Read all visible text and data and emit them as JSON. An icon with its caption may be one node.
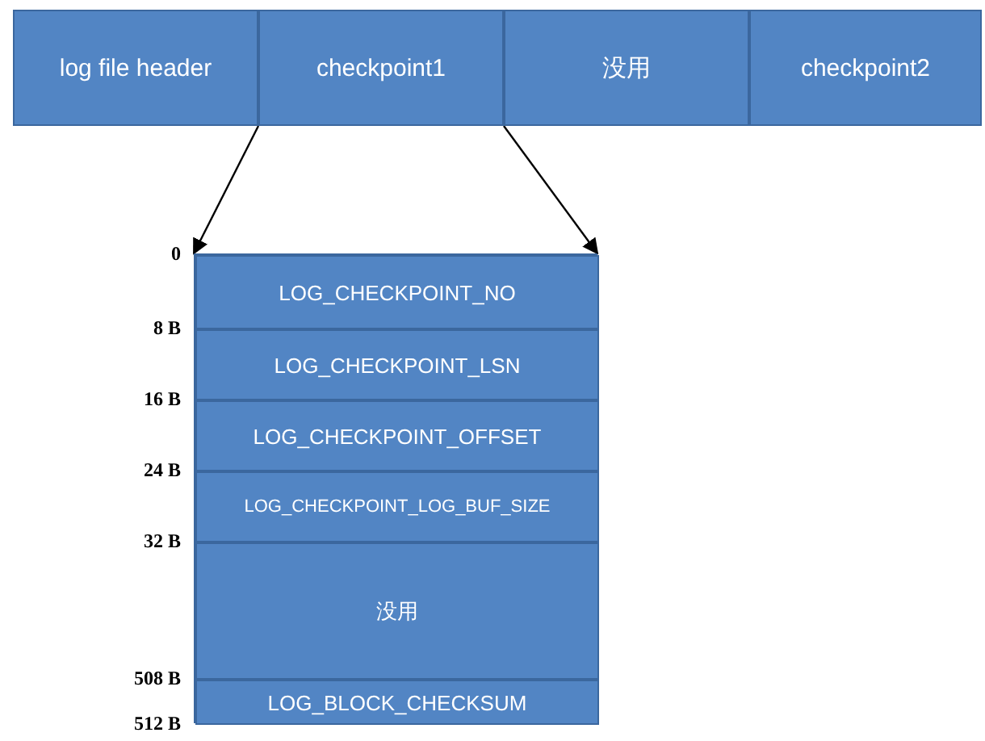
{
  "diagram": {
    "nodes": [
      {
        "text": [
          "log file header"
        ]
      },
      {
        "text": [
          "checkpoint1"
        ]
      },
      {
        "text": [
          "没用"
        ]
      },
      {
        "text": [
          "checkpoint2"
        ]
      },
      {
        "text": [],
        "shape": "box"
      },
      {
        "text": [
          "LOG_CHECKPOINT_NO"
        ],
        "in": 4
      },
      {
        "text": [
          "LOG_CHECKPOINT_LSN"
        ],
        "in": 4
      },
      {
        "text": [
          "LOG_CHECKPOINT_OFFSET"
        ],
        "in": 4
      },
      {
        "text": [
          "LOG_CHECKPOINT_LOG_BUF_SIZE"
        ],
        "in": 4
      },
      {
        "text": [
          "没用"
        ],
        "in": 4
      },
      {
        "text": [
          "LOG_BLOCK_CHECKSUM"
        ],
        "in": 4
      }
    ],
    "edges": [
      {
        "from": 1,
        "to": 4,
        "arrow": "to"
      },
      {
        "from": 1,
        "to": 4,
        "arrow": "to"
      }
    ],
    "labels": [
      "0",
      "8 B",
      "16 B",
      "24 B",
      "32 B",
      "508 B",
      "512 B"
    ]
  }
}
